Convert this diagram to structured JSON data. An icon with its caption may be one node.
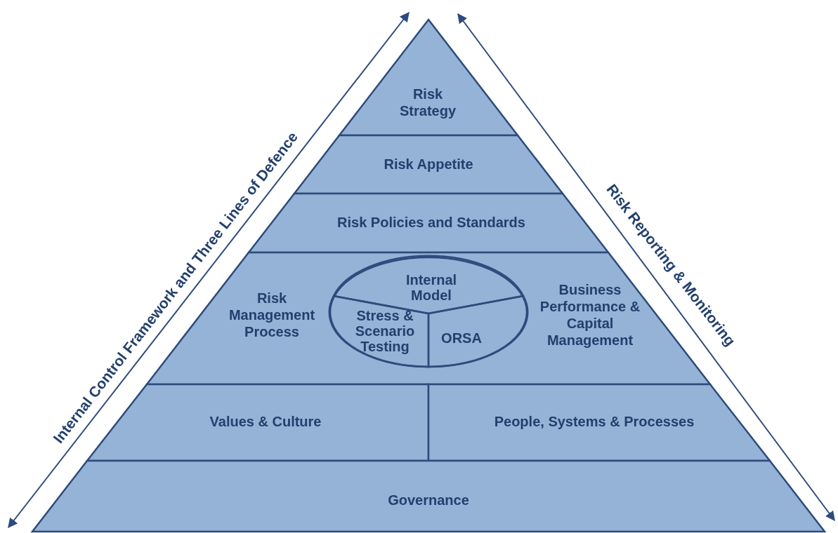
{
  "diagram": {
    "nodes": [
      {
        "text": [
          "Risk Strategy"
        ]
      },
      {
        "text": [
          "Risk Appetite"
        ]
      },
      {
        "text": [
          "Risk Policies and Standards"
        ]
      },
      {
        "text": [
          "Risk Management Process",
          "Business Performance & Capital Management"
        ]
      },
      {
        "text": [],
        "shape": "ellipse",
        "in": 3
      },
      {
        "text": [
          "Internal Model"
        ],
        "in": 4
      },
      {
        "text": [
          "Stress & Scenario Testing"
        ],
        "in": 4
      },
      {
        "text": [
          "ORSA"
        ],
        "in": 4
      },
      {
        "text": [
          "Values & Culture"
        ]
      },
      {
        "text": [
          "People, Systems & Processes"
        ]
      },
      {
        "text": [
          "Governance"
        ]
      }
    ],
    "edges": [],
    "labels": [
      "Internal Control Framework and Three Lines of Defence",
      "Risk Reporting & Monitoring"
    ]
  }
}
